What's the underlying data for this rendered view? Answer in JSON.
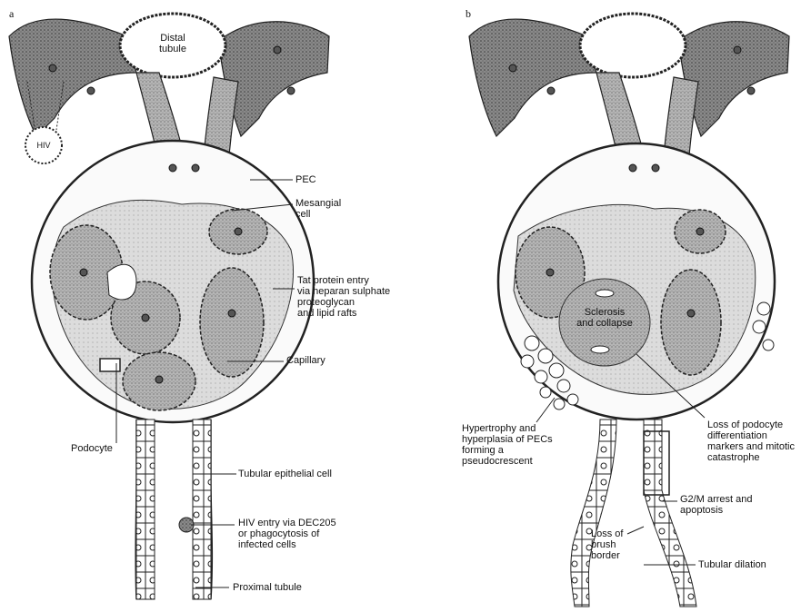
{
  "panels": [
    {
      "letter": "a",
      "labels": {
        "distal_tubule": "Distal\ntubule",
        "hiv": "HIV",
        "pec": "PEC",
        "mesangial_cell": "Mesangial\ncell",
        "tat_entry": "Tat protein entry\nvia heparan sulphate\nproteoglycan\nand lipid rafts",
        "capillary": "Capillary",
        "podocyte": "Podocyte",
        "tubular_epithelial_cell": "Tubular epithelial cell",
        "hiv_entry": "HIV entry via DEC205\nor phagocytosis of\ninfected cells",
        "proximal_tubule": "Proximal tubule"
      }
    },
    {
      "letter": "b",
      "labels": {
        "sclerosis": "Sclerosis\nand collapse",
        "hypertrophy": "Hypertrophy and\nhyperplasia of PECs\nforming a\npseudocrescent",
        "loss_podocyte": "Loss of podocyte\ndifferentiation\nmarkers and mitotic\ncatastrophe",
        "g2m_arrest": "G2/M arrest and\napoptosis",
        "loss_brush_border": "Loss of\nbrush\nborder",
        "tubular_dilation": "Tubular dilation"
      }
    }
  ],
  "colors": {
    "ink": "#1a1a1a",
    "dark_stipple": "#6e6e6e",
    "mid_stipple": "#9a9a9a",
    "light_stipple": "#c9c9c9",
    "paper": "#ffffff"
  }
}
